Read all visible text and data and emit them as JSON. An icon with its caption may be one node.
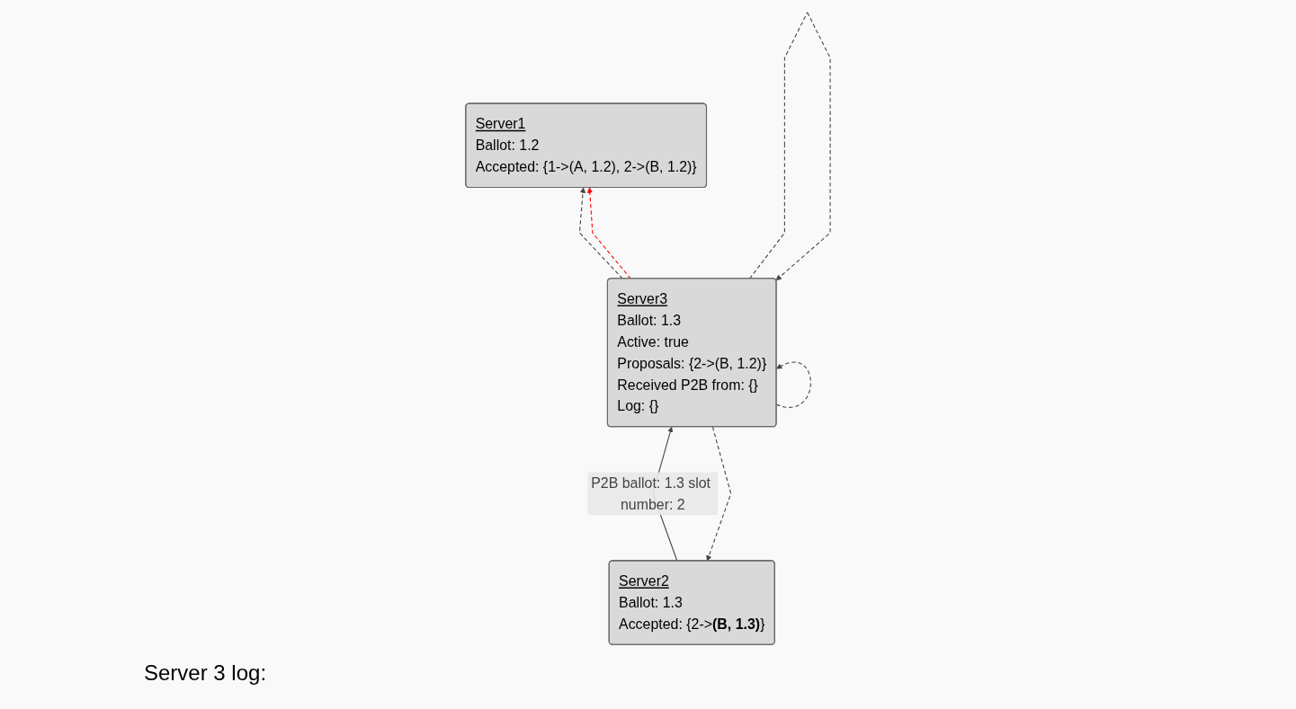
{
  "diagram": {
    "nodes": [
      {
        "text": [
          "Server1",
          "Ballot: 1.2",
          "Accepted: {1->(A, 1.2), 2->(B, 1.2)}"
        ]
      },
      {
        "text": [
          "Server2",
          "Ballot: 1.3",
          "Accepted: {2->**(B, 1.3)**}"
        ]
      },
      {
        "text": [
          "Server3",
          "Ballot: 1.3",
          "Active: true",
          "Proposals: {2->(B, 1.2)}",
          "Received P2B from: {}",
          "Log: {}"
        ]
      }
    ],
    "edges": [
      {
        "from": 2,
        "to": 0,
        "arrow": "to",
        "style": "dashed"
      },
      {
        "from": 2,
        "to": 0,
        "arrow": "to",
        "style": "dashed",
        "color": "#ff0000"
      },
      {
        "from": 2,
        "to": 1,
        "arrow": "to",
        "style": "dashed"
      },
      {
        "from": 2,
        "to": 2,
        "arrow": "to",
        "style": "dashed"
      },
      {
        "from": 1,
        "to": 2,
        "arrow": "to",
        "label": "P2B ballot: 1.3 slot number: 2"
      },
      {
        "from": 2,
        "to": 2,
        "arrow": "to",
        "style": "dashed"
      }
    ],
    "labels": [
      "Server 3 log:"
    ]
  }
}
